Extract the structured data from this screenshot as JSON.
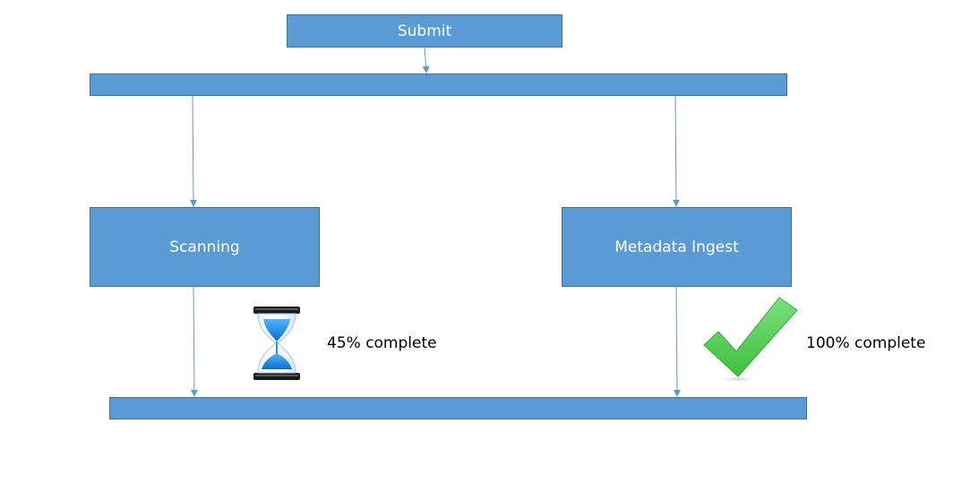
{
  "steps": {
    "submit": "Submit",
    "scanning": "Scanning",
    "metadata_ingest": "Metadata Ingest"
  },
  "status": {
    "scanning": {
      "text": "45% complete",
      "icon": "hourglass-icon",
      "progress": 0.45
    },
    "metadata_ingest": {
      "text": "100% complete",
      "icon": "checkmark-icon",
      "progress": 1.0
    }
  },
  "colors": {
    "box_fill": "#5b9bd5",
    "box_border": "#41719c",
    "connector": "#5b9bd5",
    "check": "#5ccf5c",
    "hourglass": "#1e90e6"
  }
}
